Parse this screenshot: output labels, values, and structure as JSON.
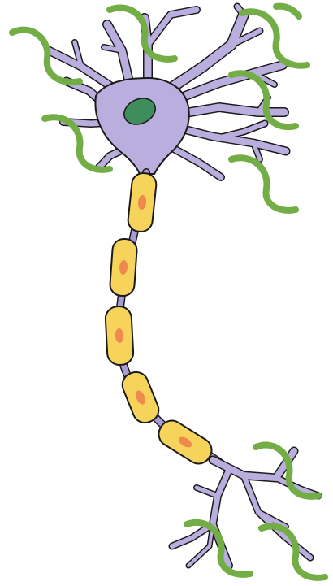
{
  "diagram": {
    "subject": "neuron",
    "labels": [],
    "colors": {
      "soma": "#b9aede",
      "nucleus": "#3f8c5c",
      "myelin": "#f6d35a",
      "schwann_nucleus": "#ee8a4e",
      "axon": "#a99ad8",
      "outline": "#1a1a1a",
      "marker": "#72ad46",
      "background": "#ffffff"
    },
    "parts": {
      "myelin_segments": 5,
      "green_markers": 10
    }
  }
}
